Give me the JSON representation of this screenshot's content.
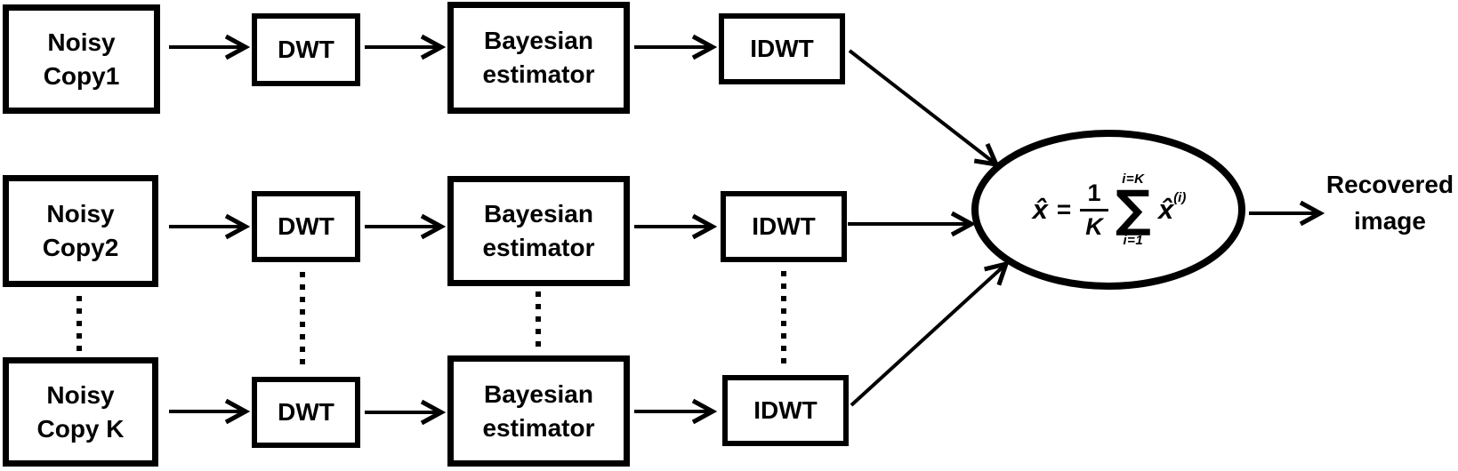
{
  "diagram": {
    "background": "#ffffff",
    "line_color": "#000000",
    "nodes": {
      "copy1": {
        "line1": "Noisy",
        "line2": "Copy1"
      },
      "copy2": {
        "line1": "Noisy",
        "line2": "Copy2"
      },
      "copyk": {
        "line1": "Noisy",
        "line2": "Copy K"
      },
      "dwt": {
        "label": "DWT"
      },
      "bayesian": {
        "line1": "Bayesian",
        "line2": "estimator"
      },
      "idwt": {
        "label": "IDWT"
      },
      "output": {
        "line1": "Recovered",
        "line2": "image"
      }
    },
    "formula": {
      "lhs": "x̂",
      "equals": "=",
      "numerator": "1",
      "denominator": "K",
      "sigma": "∑",
      "upper_limit": "i=K",
      "lower_limit": "i=1",
      "rhs": "x̂",
      "superscript": "(i)"
    }
  }
}
